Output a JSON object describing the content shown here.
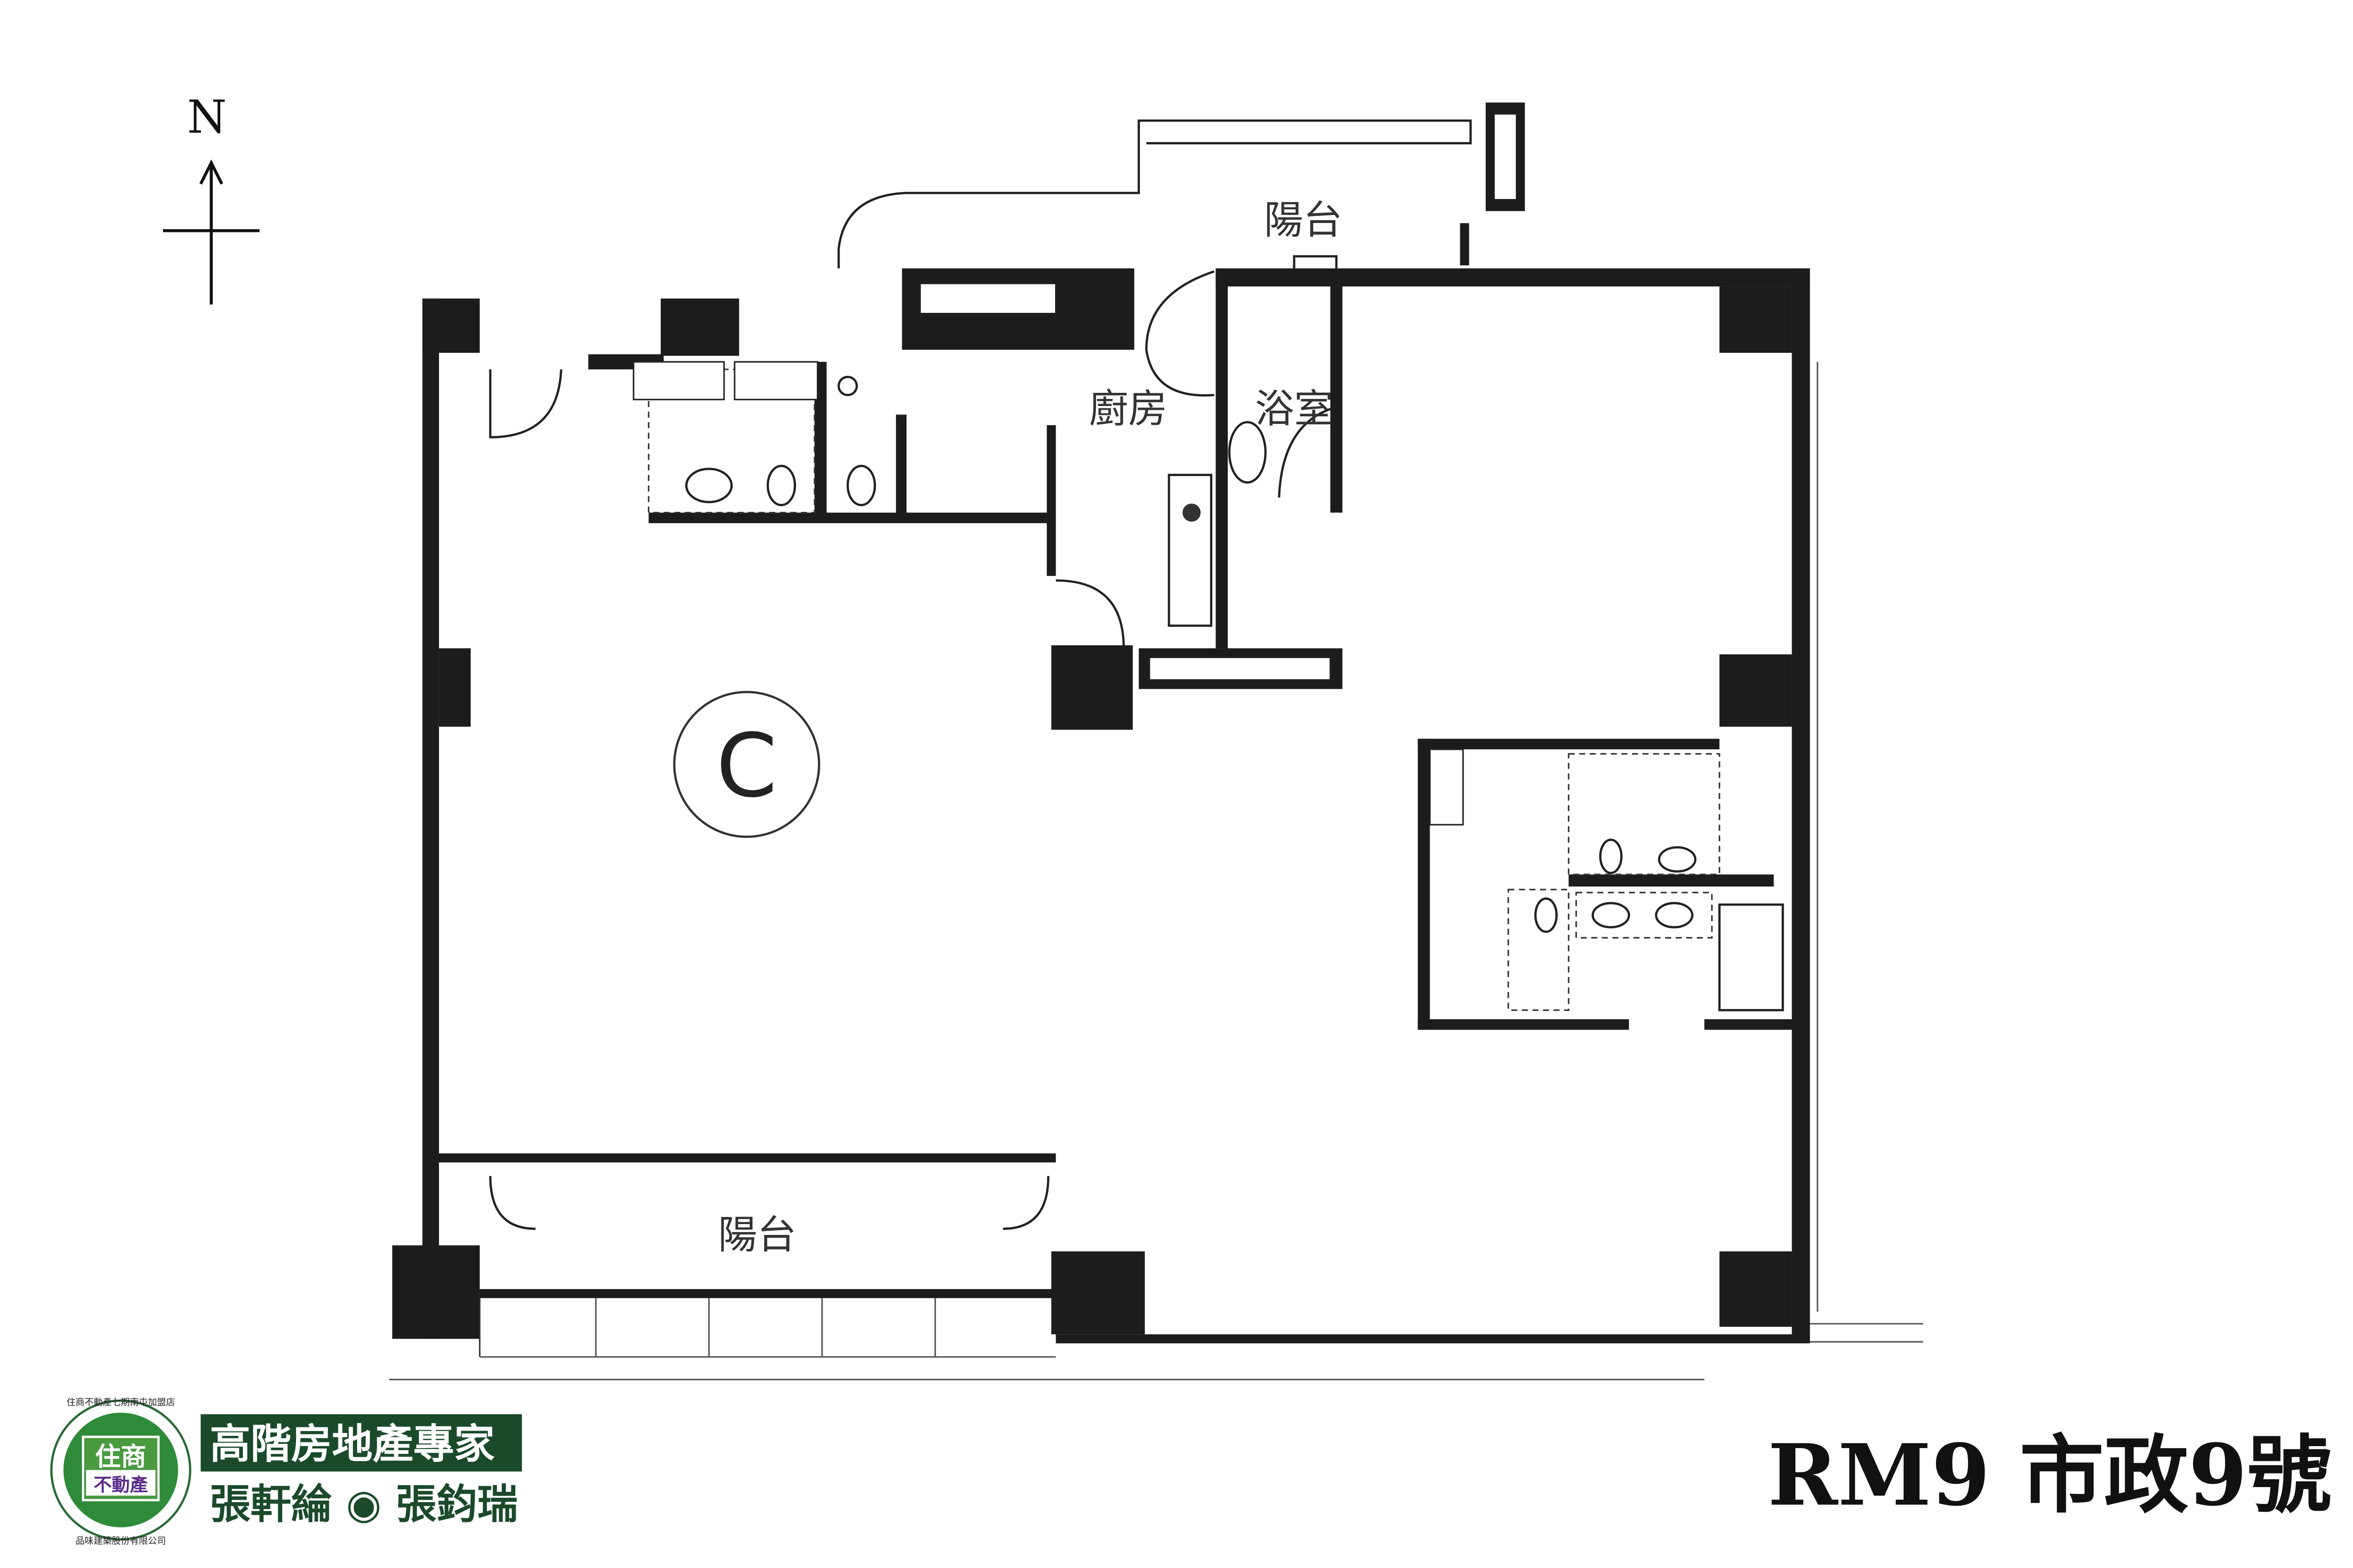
{
  "compass": {
    "label": "N"
  },
  "rooms": {
    "balcony_top": "陽台",
    "kitchen": "廚房",
    "bathroom": "浴室",
    "balcony_bottom": "陽台"
  },
  "unit_marker": "C",
  "title": "RM9 市政9號",
  "logo": {
    "badge_top": "住商",
    "badge_bottom": "不動產",
    "ring_top": "住商不動產七期南屯加盟店",
    "ring_bottom": "品味建築股份有限公司",
    "tagline": "高階房地產專家",
    "agents": "張軒綸 ◉ 張鈞瑞"
  },
  "colors": {
    "logo_green": "#1a4a2a",
    "badge_green": "#2e8b3a",
    "badge_purple": "#5a2a8a"
  }
}
